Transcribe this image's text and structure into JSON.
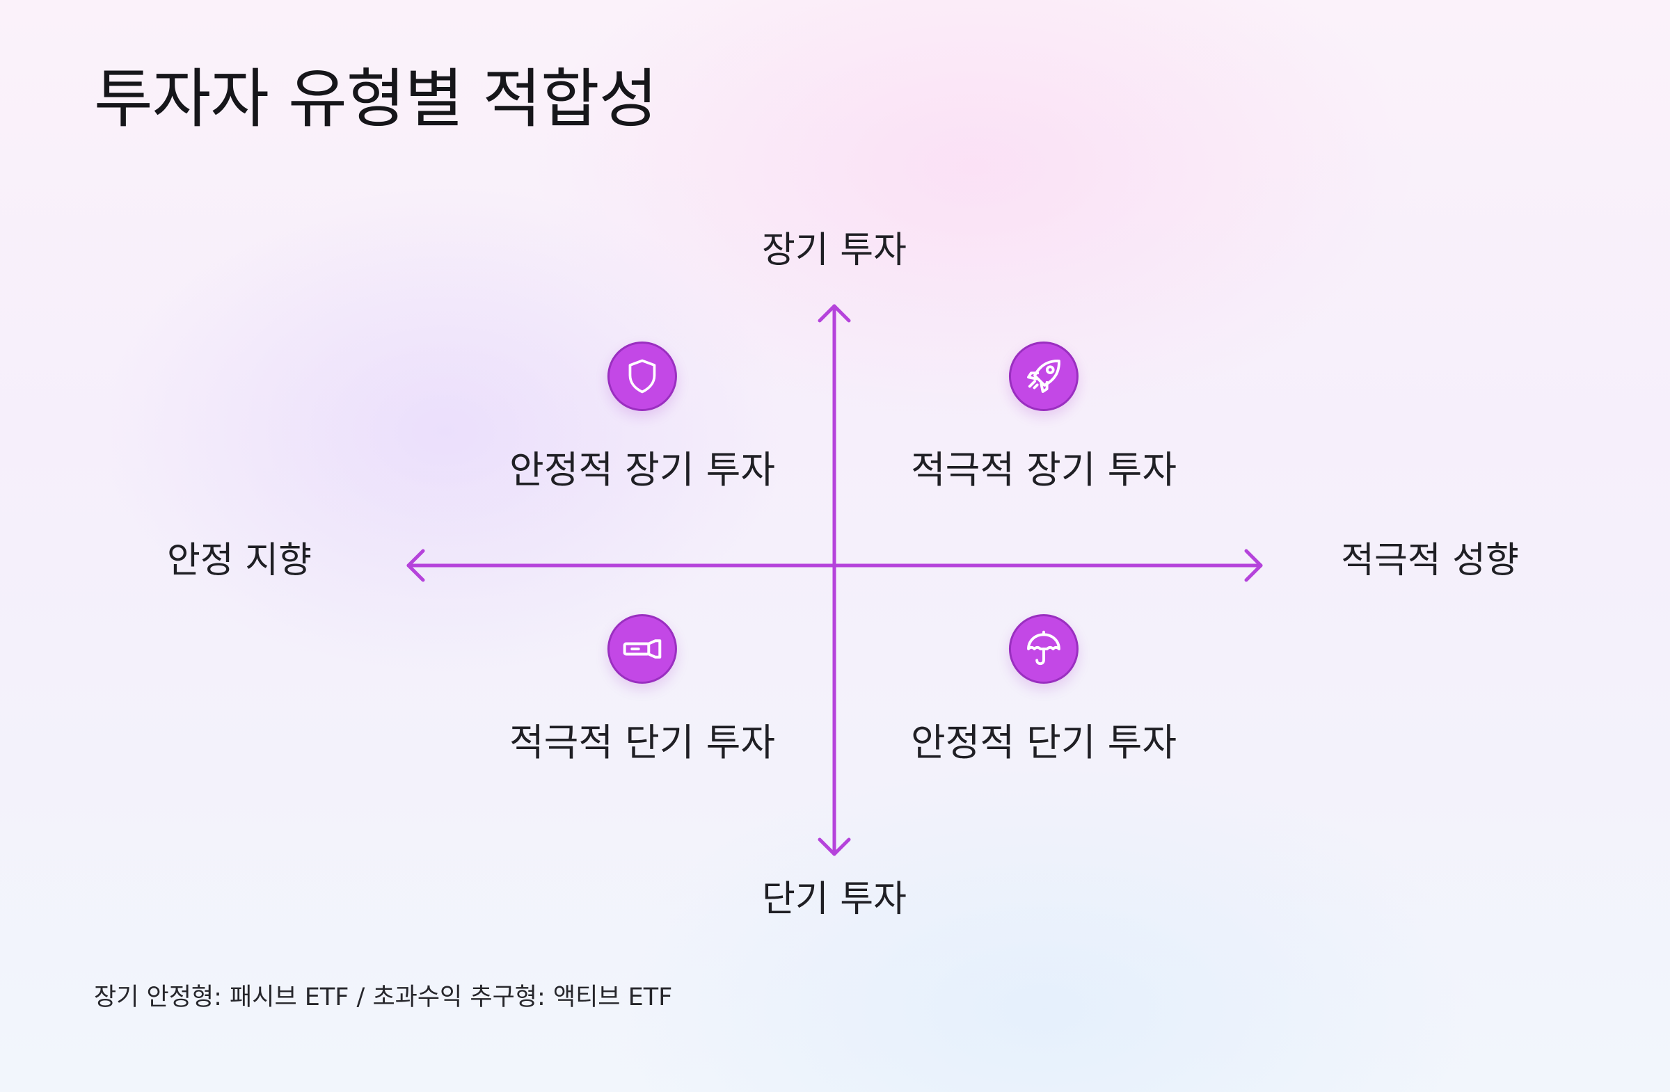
{
  "title": "투자자 유형별 적합성",
  "axes": {
    "top": "장기 투자",
    "bottom": "단기 투자",
    "left": "안정 지향",
    "right": "적극적 성향"
  },
  "quadrants": [
    {
      "position": "top-left",
      "label": "안정적 장기 투자",
      "icon": "shield-icon"
    },
    {
      "position": "top-right",
      "label": "적극적 장기 투자",
      "icon": "rocket-icon"
    },
    {
      "position": "bottom-left",
      "label": "적극적 단기 투자",
      "icon": "flashlight-icon"
    },
    {
      "position": "bottom-right",
      "label": "안정적 단기 투자",
      "icon": "umbrella-icon"
    }
  ],
  "footnote": "장기 안정형: 패시브 ETF / 초과수익 추구형: 액티브 ETF",
  "colors": {
    "accent": "#c348e6",
    "axis": "#b543db",
    "text": "#1f1f24"
  }
}
